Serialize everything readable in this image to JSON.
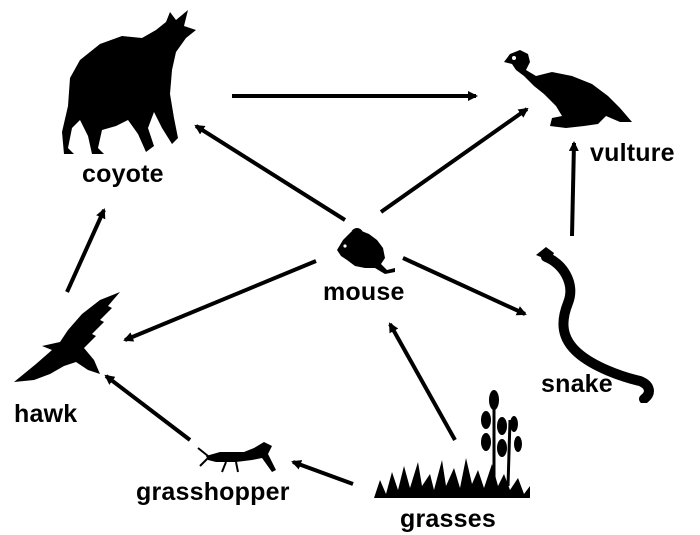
{
  "diagram": {
    "nodes": [
      {
        "id": "coyote",
        "label": "coyote",
        "icon": "coyote-icon"
      },
      {
        "id": "vulture",
        "label": "vulture",
        "icon": "vulture-icon"
      },
      {
        "id": "mouse",
        "label": "mouse",
        "icon": "mouse-icon"
      },
      {
        "id": "snake",
        "label": "snake",
        "icon": "snake-icon"
      },
      {
        "id": "hawk",
        "label": "hawk",
        "icon": "hawk-icon"
      },
      {
        "id": "grasshopper",
        "label": "grasshopper",
        "icon": "grasshopper-icon"
      },
      {
        "id": "grasses",
        "label": "grasses",
        "icon": "grasses-icon"
      }
    ],
    "edges": [
      {
        "from": "coyote",
        "to": "vulture"
      },
      {
        "from": "mouse",
        "to": "coyote"
      },
      {
        "from": "mouse",
        "to": "vulture"
      },
      {
        "from": "snake",
        "to": "vulture"
      },
      {
        "from": "mouse",
        "to": "snake"
      },
      {
        "from": "mouse",
        "to": "hawk"
      },
      {
        "from": "hawk",
        "to": "coyote"
      },
      {
        "from": "grasses",
        "to": "mouse"
      },
      {
        "from": "grasses",
        "to": "grasshopper"
      },
      {
        "from": "grasshopper",
        "to": "hawk"
      }
    ],
    "colors": {
      "ink": "#000000",
      "background": "#ffffff"
    }
  }
}
